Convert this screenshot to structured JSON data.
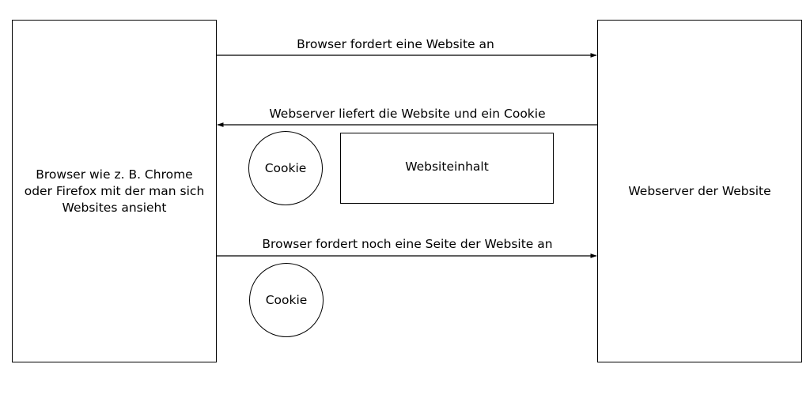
{
  "browser_box": {
    "label": "Browser wie z. B. Chrome oder Firefox mit der man sich Websites ansieht"
  },
  "server_box": {
    "label": "Webserver der Website"
  },
  "messages": [
    {
      "label": "Browser fordert eine Website an",
      "direction": "browser-to-server"
    },
    {
      "label": "Webserver liefert die Website und ein Cookie",
      "direction": "server-to-browser"
    },
    {
      "label": "Browser fordert noch eine Seite der Website an",
      "direction": "browser-to-server"
    }
  ],
  "cookie_labels": [
    "Cookie",
    "Cookie"
  ],
  "content_box": {
    "label": "Websiteinhalt"
  },
  "colors": {
    "stroke": "#000000",
    "background": "#ffffff"
  }
}
